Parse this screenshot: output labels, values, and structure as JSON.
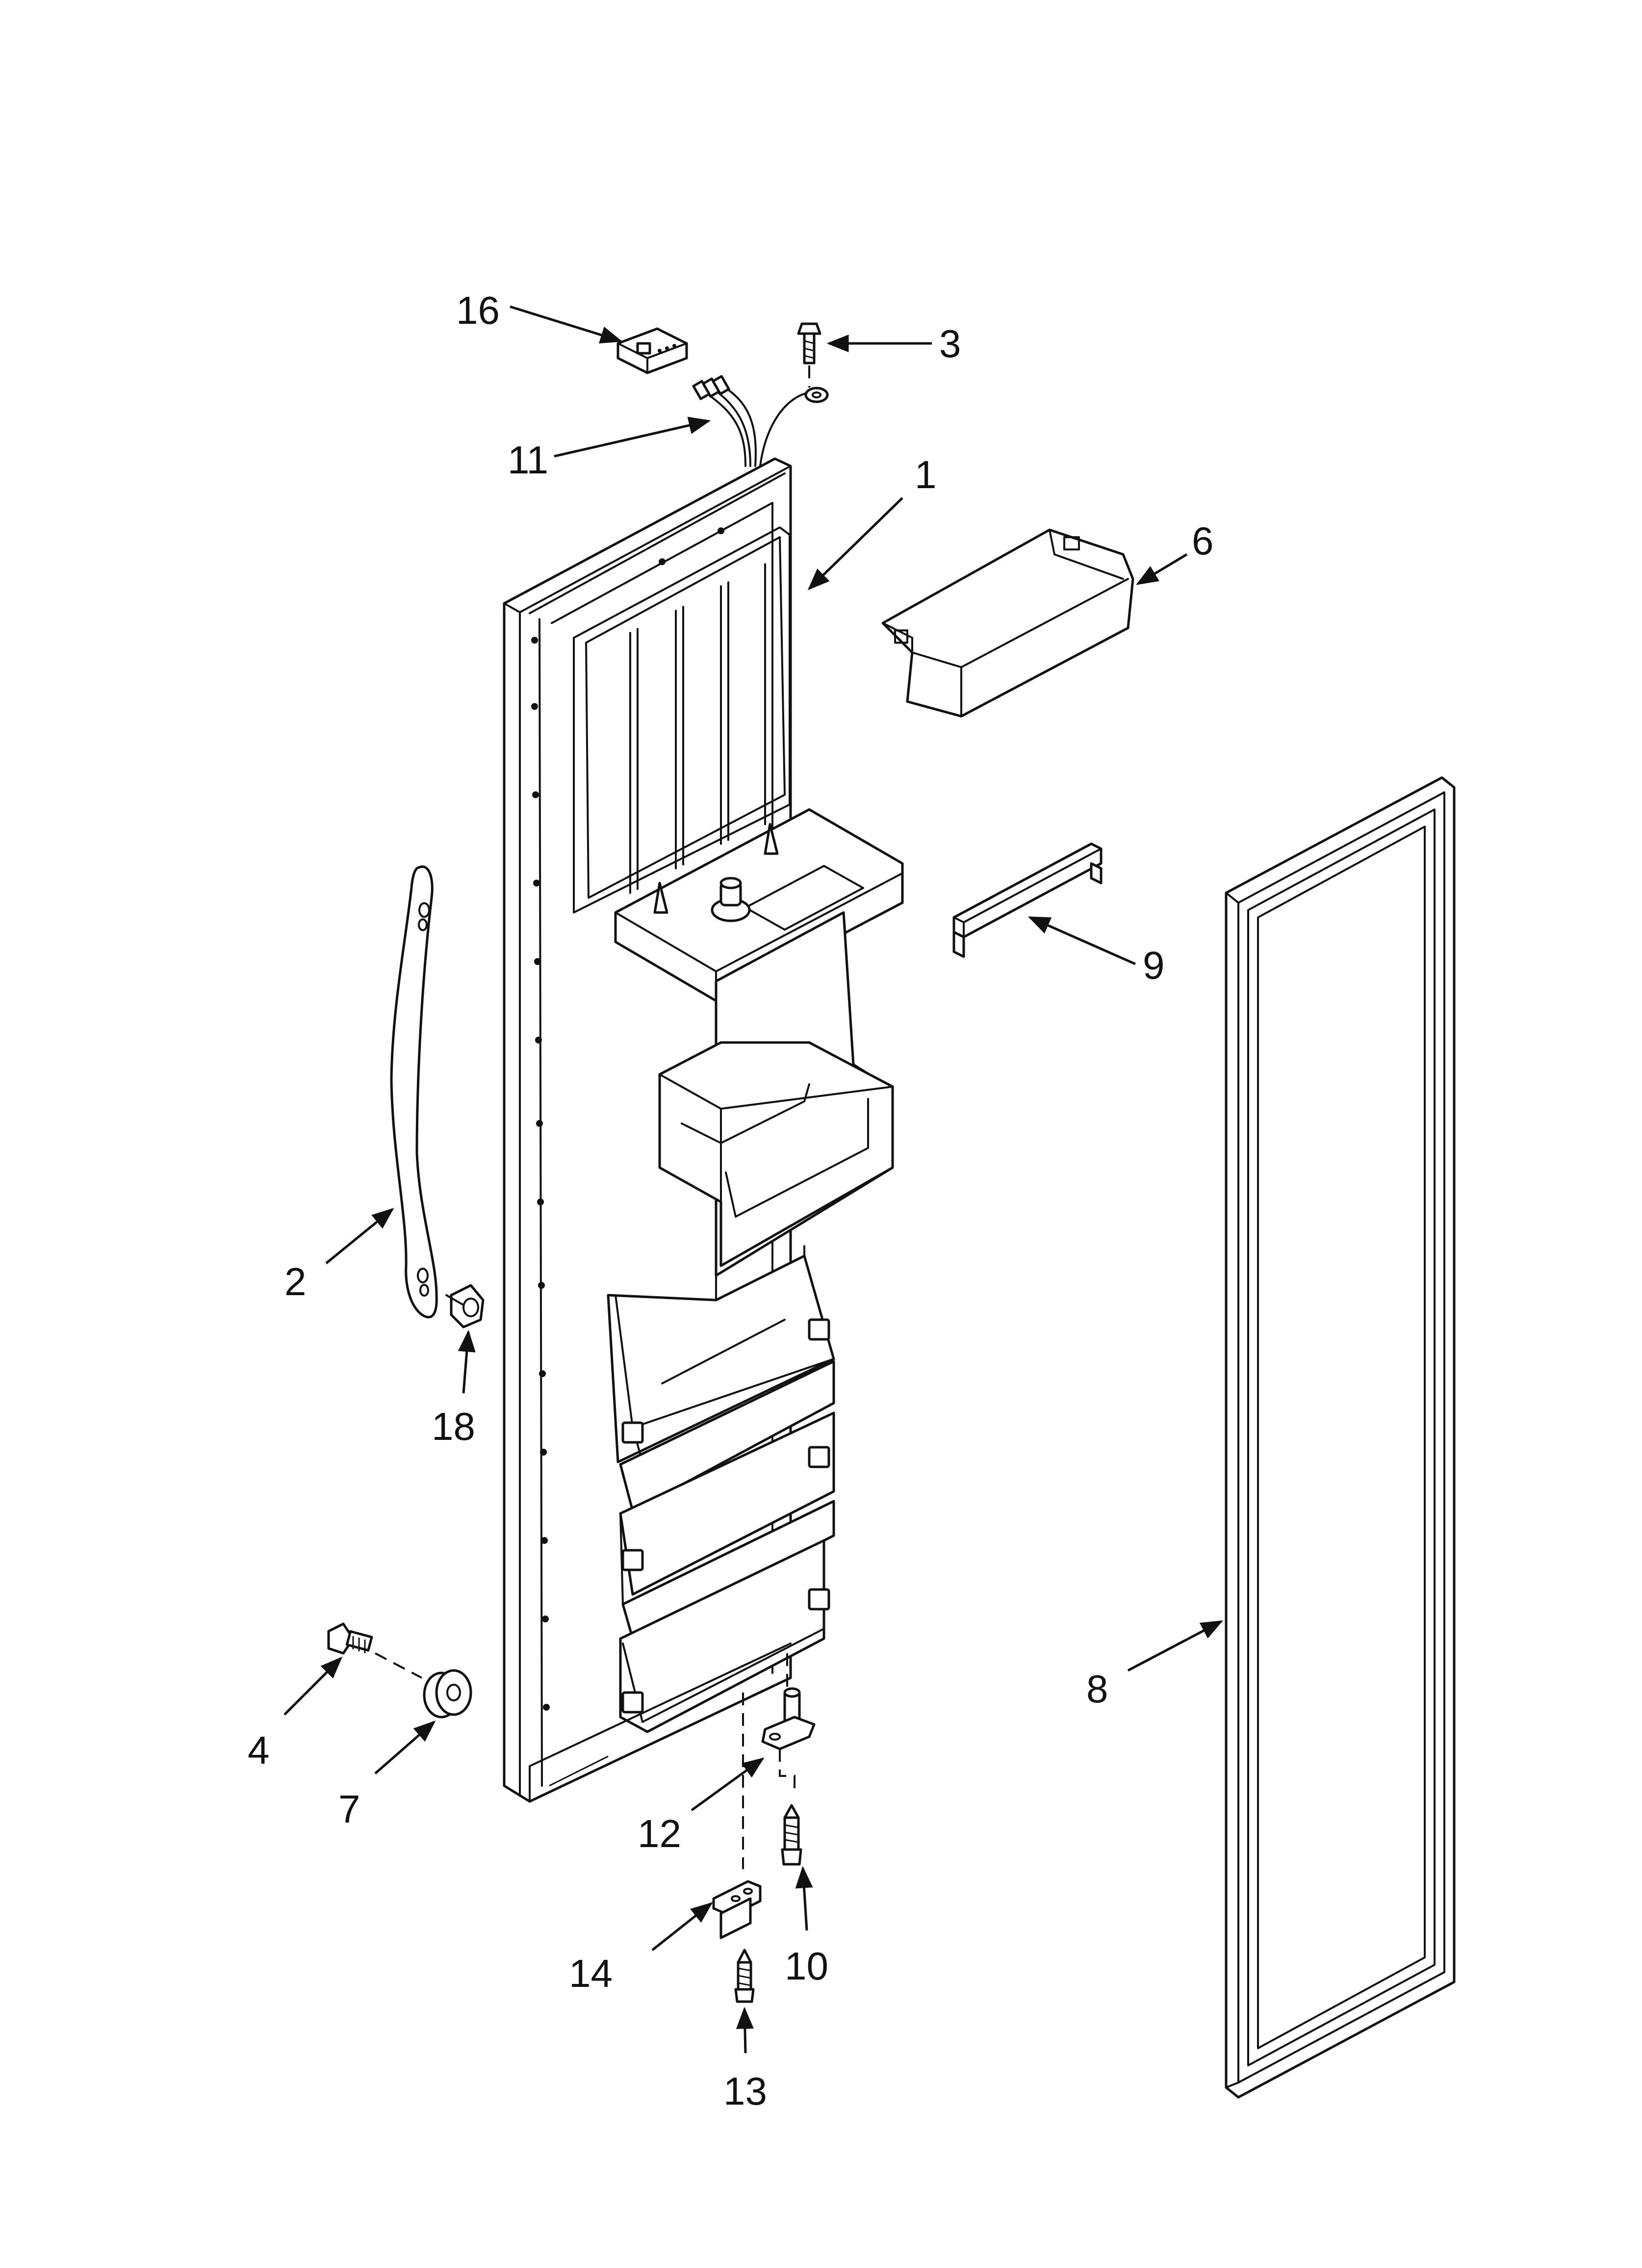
{
  "callouts": [
    {
      "id": "1",
      "label": "1"
    },
    {
      "id": "2",
      "label": "2"
    },
    {
      "id": "3",
      "label": "3"
    },
    {
      "id": "4",
      "label": "4"
    },
    {
      "id": "6",
      "label": "6"
    },
    {
      "id": "7",
      "label": "7"
    },
    {
      "id": "8",
      "label": "8"
    },
    {
      "id": "9",
      "label": "9"
    },
    {
      "id": "10",
      "label": "10"
    },
    {
      "id": "11",
      "label": "11"
    },
    {
      "id": "12",
      "label": "12"
    },
    {
      "id": "13",
      "label": "13"
    },
    {
      "id": "14",
      "label": "14"
    },
    {
      "id": "16",
      "label": "16"
    },
    {
      "id": "18",
      "label": "18"
    }
  ]
}
